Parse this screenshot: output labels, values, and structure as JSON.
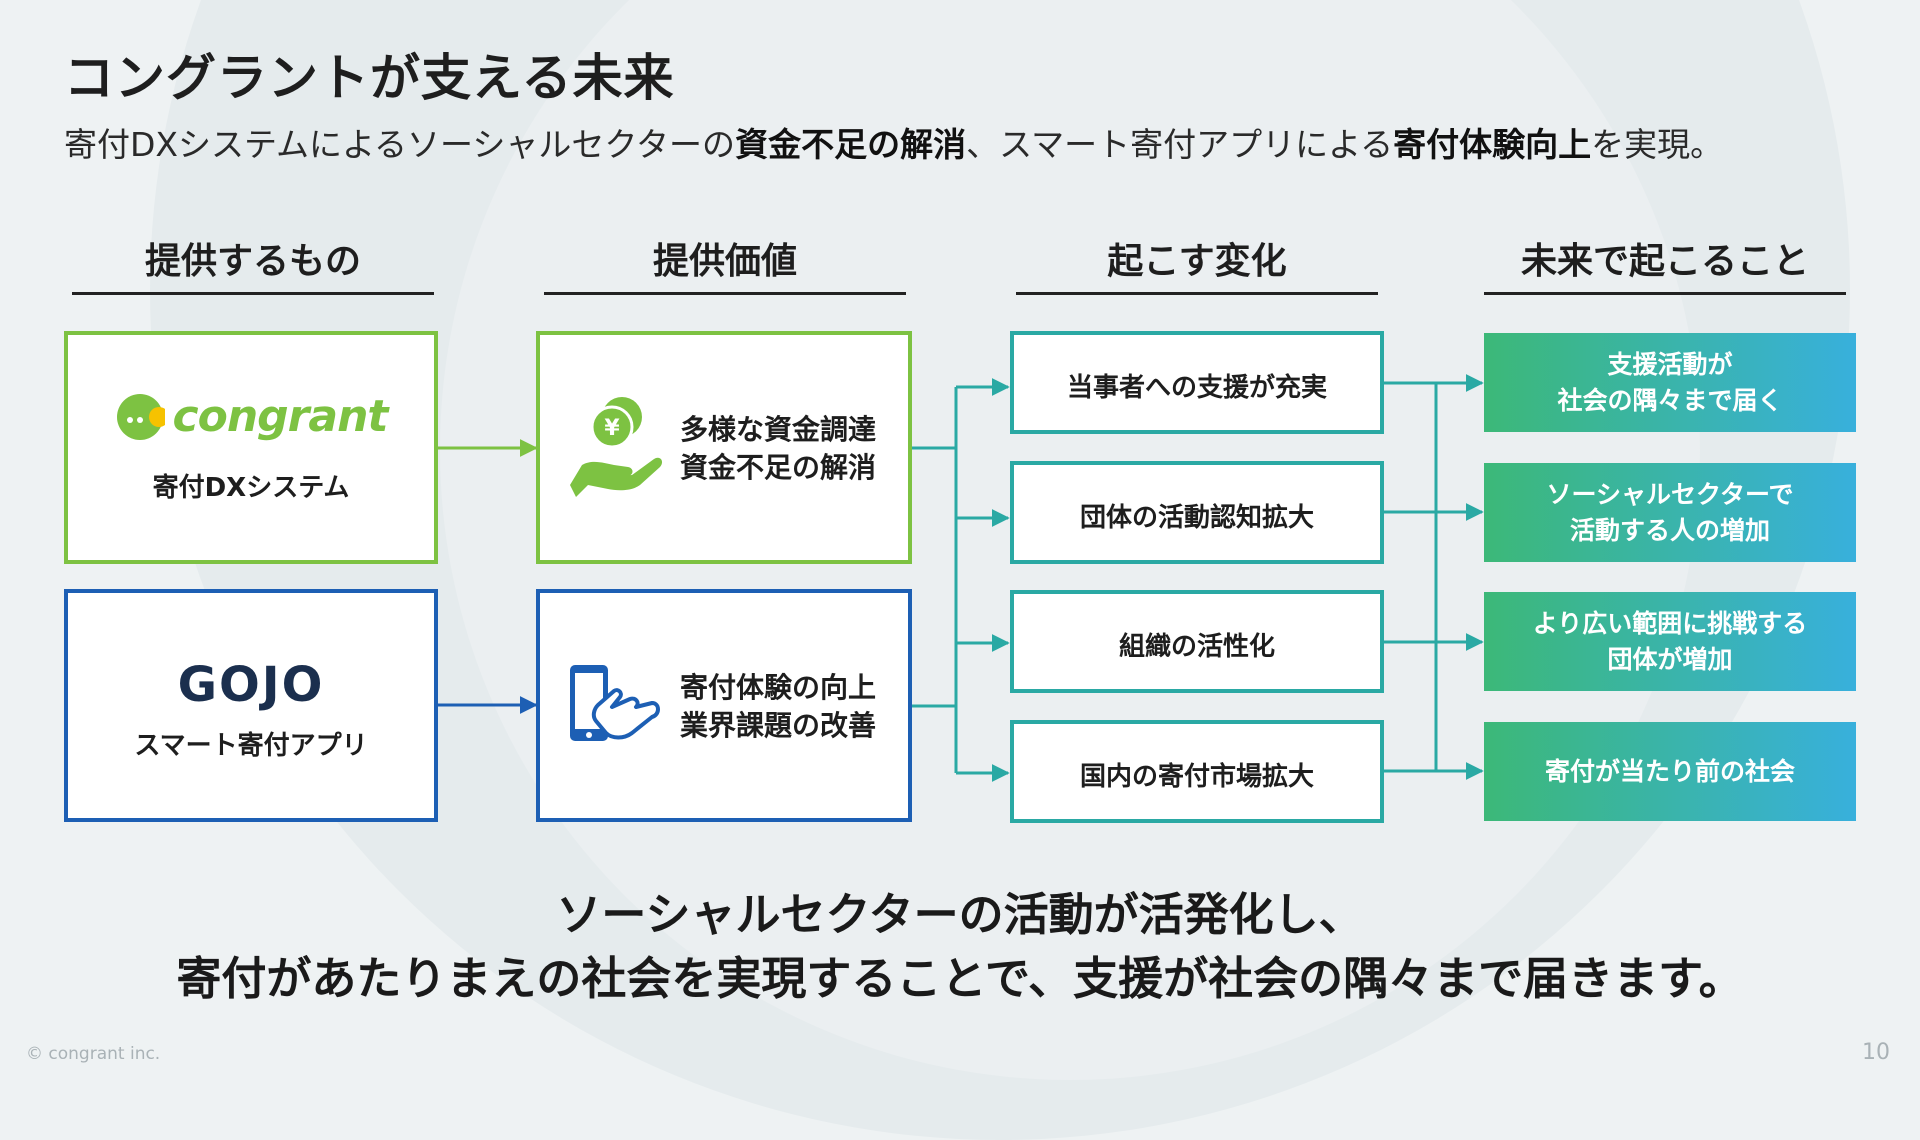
{
  "title": "コングラントが支える未来",
  "subtitle": {
    "p1": "寄付DXシステムによるソーシャルセクターの",
    "b1": "資金不足の解消",
    "p2": "、スマート寄付アプリによる",
    "b2": "寄付体験向上",
    "p3": "を実現。"
  },
  "columns": [
    "提供するもの",
    "提供価値",
    "起こす変化",
    "未来で起こること"
  ],
  "offerings": {
    "congrant": {
      "logo_text": "congrant",
      "caption": "寄付DXシステム",
      "icon": "congrant-logo-icon"
    },
    "gojo": {
      "logo_text": "GOJO",
      "caption": "スマート寄付アプリ"
    }
  },
  "values": {
    "v1": {
      "line1": "多様な資金調達",
      "line2": "資金不足の解消",
      "icon": "yen-coin-hand-icon"
    },
    "v2": {
      "line1": "寄付体験の向上",
      "line2": "業界課題の改善",
      "icon": "smartphone-tap-icon"
    },
    "coin_symbol": "¥"
  },
  "changes": [
    "当事者への支援が充実",
    "団体の活動認知拡大",
    "組織の活性化",
    "国内の寄付市場拡大"
  ],
  "futures": [
    "支援活動が\n社会の隅々まで届く",
    "ソーシャルセクターで\n活動する人の増加",
    "より広い範囲に挑戦する\n団体が増加",
    "寄付が当たり前の社会"
  ],
  "conclusion": {
    "line1": "ソーシャルセクターの活動が活発化し、",
    "line2": "寄付があたりまえの社会を実現することで、支援が社会の隅々まで届きます。"
  },
  "footer": {
    "copyright": "© congrant inc.",
    "page_number": "10"
  },
  "colors": {
    "green": "#7dc242",
    "blue": "#1d5fb4",
    "teal": "#2aa9a4",
    "gradient_start": "#3cb878",
    "gradient_end": "#38b0dc"
  }
}
